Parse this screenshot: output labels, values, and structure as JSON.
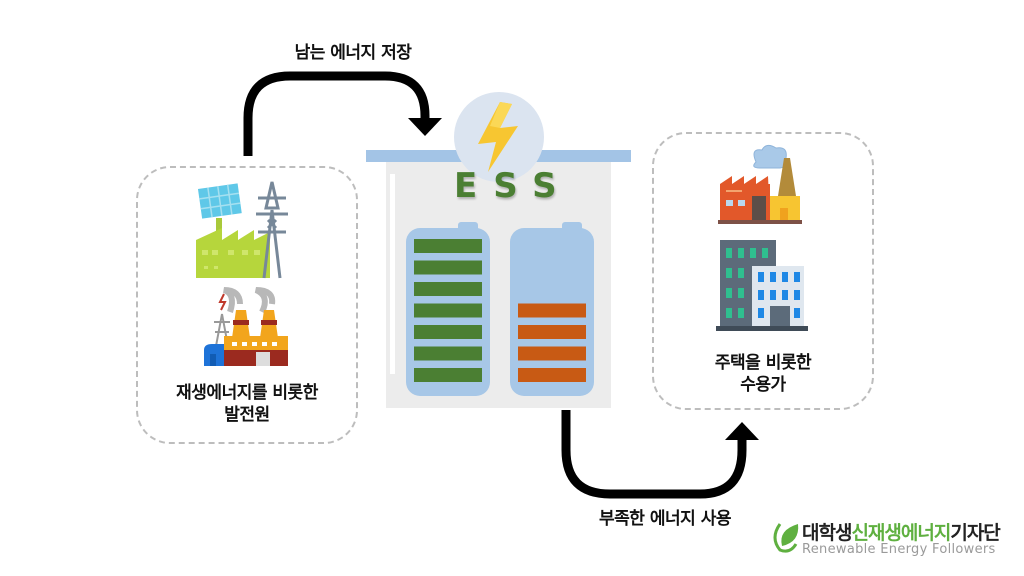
{
  "diagram": {
    "title": "ESS",
    "arrows": {
      "top_label": "남는 에너지 저장",
      "bottom_label": "부족한 에너지 사용"
    },
    "source_panel": {
      "label_line1": "재생에너지를 비롯한",
      "label_line2": "발전원",
      "icons": [
        "solar-factory-pylon-icon",
        "power-plant-icon"
      ]
    },
    "consumer_panel": {
      "label_line1": "주택을 비롯한",
      "label_line2": "수용가",
      "icons": [
        "factory-icon",
        "office-building-icon"
      ]
    },
    "batteries": [
      {
        "name": "charged-battery",
        "bars": 7,
        "color": "#4b7f33"
      },
      {
        "name": "low-battery",
        "bars": 4,
        "color": "#c85a14"
      }
    ],
    "colors": {
      "battery_body": "#a7c7e7",
      "ess_box": "#ececec",
      "ess_lid": "#a3c4e6",
      "lightning_circle": "#dbe4f0",
      "lightning": "#f7c631"
    }
  },
  "logo": {
    "ko_part1": "대학생",
    "ko_part2": "신재생에너지",
    "ko_part3": "기자단",
    "en": "Renewable Energy Followers",
    "accent": "#5fb040"
  }
}
